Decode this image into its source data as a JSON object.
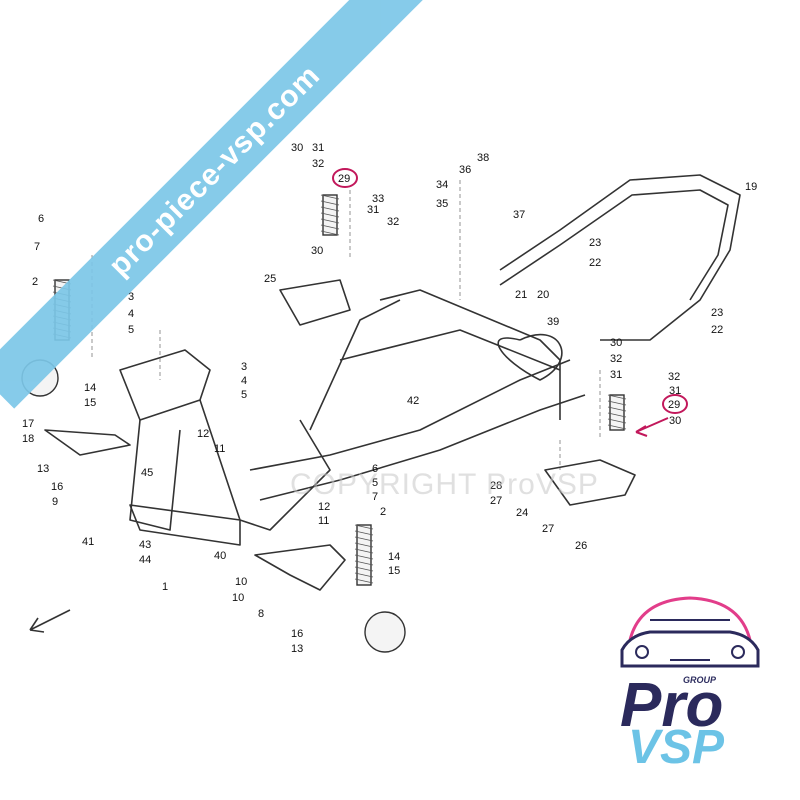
{
  "diagram": {
    "labels": [
      "1",
      "2",
      "3",
      "4",
      "5",
      "6",
      "7",
      "8",
      "9",
      "10",
      "11",
      "12",
      "13",
      "14",
      "15",
      "16",
      "17",
      "18",
      "19",
      "20",
      "21",
      "22",
      "23",
      "24",
      "25",
      "26",
      "27",
      "28",
      "29",
      "30",
      "31",
      "32",
      "33",
      "34",
      "35",
      "36",
      "37",
      "38",
      "39",
      "40",
      "41",
      "42",
      "43",
      "44",
      "45"
    ],
    "highlighted_label": "29",
    "colors": {
      "line": "#333333",
      "highlight": "#c2185b",
      "banner": "#7cc7e8"
    }
  },
  "watermark": {
    "site": "pro-piece-vsp.com",
    "copyright": "COPYRIGHT ProVSP"
  },
  "logo": {
    "group": "GROUP",
    "pro": "Pro",
    "vsp": "VSP"
  }
}
